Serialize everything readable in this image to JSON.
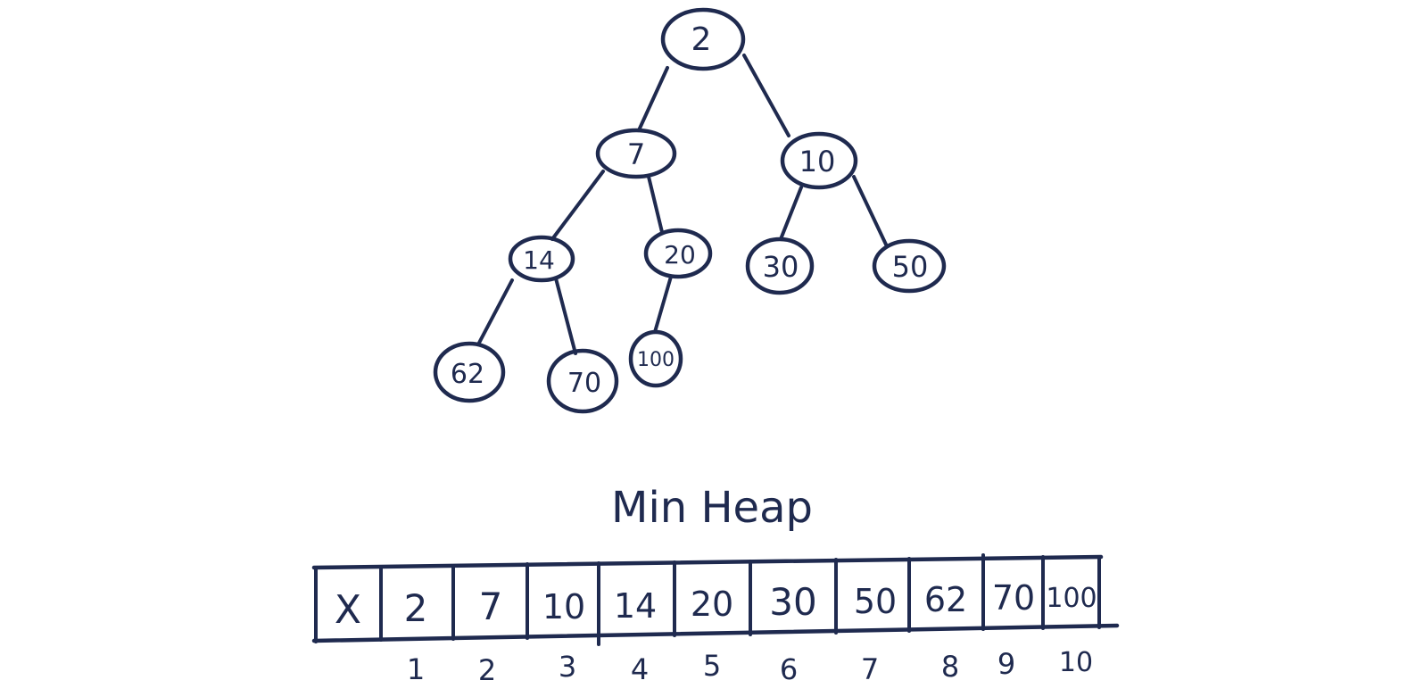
{
  "diagram": {
    "title": "Min Heap",
    "ink_color": "#1f2a4f",
    "background": "#ffffff"
  },
  "tree": {
    "nodes": [
      {
        "id": "n1",
        "label": "2"
      },
      {
        "id": "n2",
        "label": "7"
      },
      {
        "id": "n3",
        "label": "10"
      },
      {
        "id": "n4",
        "label": "14"
      },
      {
        "id": "n5",
        "label": "20"
      },
      {
        "id": "n6",
        "label": "30"
      },
      {
        "id": "n7",
        "label": "50"
      },
      {
        "id": "n8",
        "label": "62"
      },
      {
        "id": "n9",
        "label": "70"
      },
      {
        "id": "n10",
        "label": "100"
      }
    ],
    "edges": [
      {
        "from": "n1",
        "to": "n2"
      },
      {
        "from": "n1",
        "to": "n3"
      },
      {
        "from": "n2",
        "to": "n4"
      },
      {
        "from": "n2",
        "to": "n5"
      },
      {
        "from": "n3",
        "to": "n6"
      },
      {
        "from": "n3",
        "to": "n7"
      },
      {
        "from": "n4",
        "to": "n8"
      },
      {
        "from": "n4",
        "to": "n9"
      },
      {
        "from": "n5",
        "to": "n10"
      }
    ]
  },
  "array": {
    "cells": [
      "X",
      "2",
      "7",
      "10",
      "14",
      "20",
      "30",
      "50",
      "62",
      "70",
      "100"
    ],
    "indices": [
      "1",
      "2",
      "3",
      "4",
      "5",
      "6",
      "7",
      "8",
      "9",
      "10"
    ]
  }
}
